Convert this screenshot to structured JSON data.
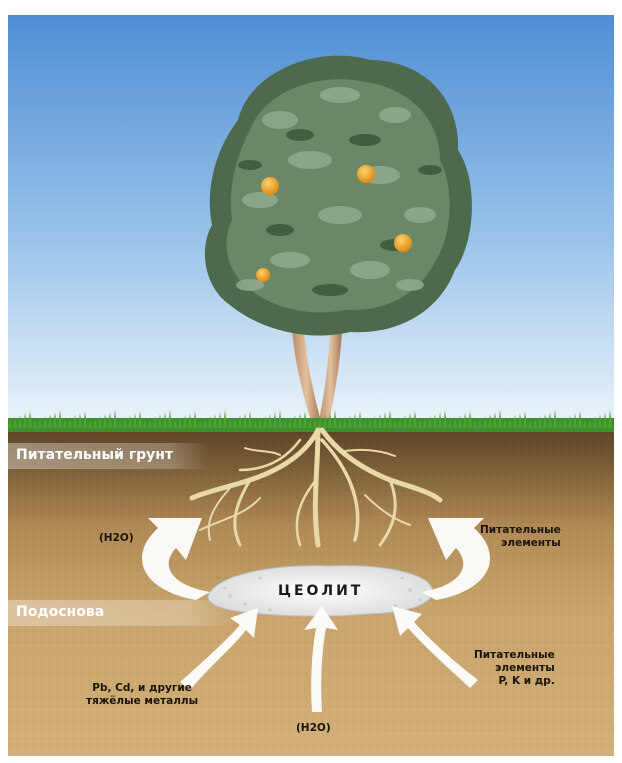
{
  "layers": {
    "topsoil_label": "Питательный грунт",
    "subsoil_label": "Подоснова"
  },
  "zeolite": {
    "label": "ЦЕОЛИТ"
  },
  "annotations": {
    "water_left": "(H2O)",
    "water_bottom": "(H2O)",
    "nutrients_right_line1": "Питательные",
    "nutrients_right_line2": "элементы",
    "nutrients_bottom_line1": "Питательные",
    "nutrients_bottom_line2": "элементы",
    "nutrients_bottom_line3": "P, K и др.",
    "metals_line1": "Pb, Cd, и другие",
    "metals_line2": "тяжёлые металлы"
  },
  "colors": {
    "sky_top": "#4f8ed4",
    "sky_bottom": "#eef5fb",
    "soil_dark": "#5a4326",
    "soil_light": "#c9a46c",
    "foliage": "#4f6e4e",
    "grass": "#3f8f2c",
    "zeolite": "#eef0f0",
    "arrow": "#ffffff",
    "root": "#e9d8a8",
    "fruit": "#f0a81c"
  },
  "icons": [
    "tree-illustration",
    "root-system",
    "zeolite-deposit",
    "arrow-icon"
  ]
}
